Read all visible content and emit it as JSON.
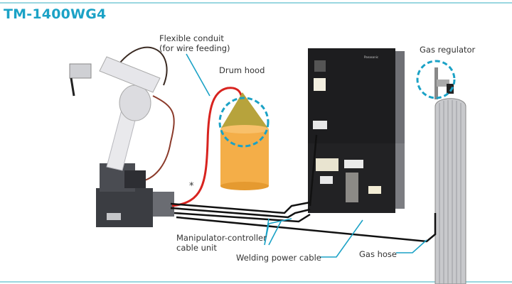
{
  "title": "TM-1400WG4",
  "labels": {
    "flexible_conduit_line1": "Flexible conduit",
    "flexible_conduit_line2": "(for wire feeding)",
    "drum_hood": "Drum hood",
    "gas_regulator": "Gas regulator",
    "manipulator_cable_line1": "Manipulator-controller",
    "manipulator_cable_line2": "cable unit",
    "welding_power_cable": "Welding power cable",
    "gas_hose": "Gas hose",
    "asterisk": "*"
  },
  "brand_logo": "Panasonic",
  "colors": {
    "accent": "#1ba2c6",
    "rule": "#9ad7e0",
    "drum": "#f4ae48",
    "conduit": "#d8231f"
  }
}
